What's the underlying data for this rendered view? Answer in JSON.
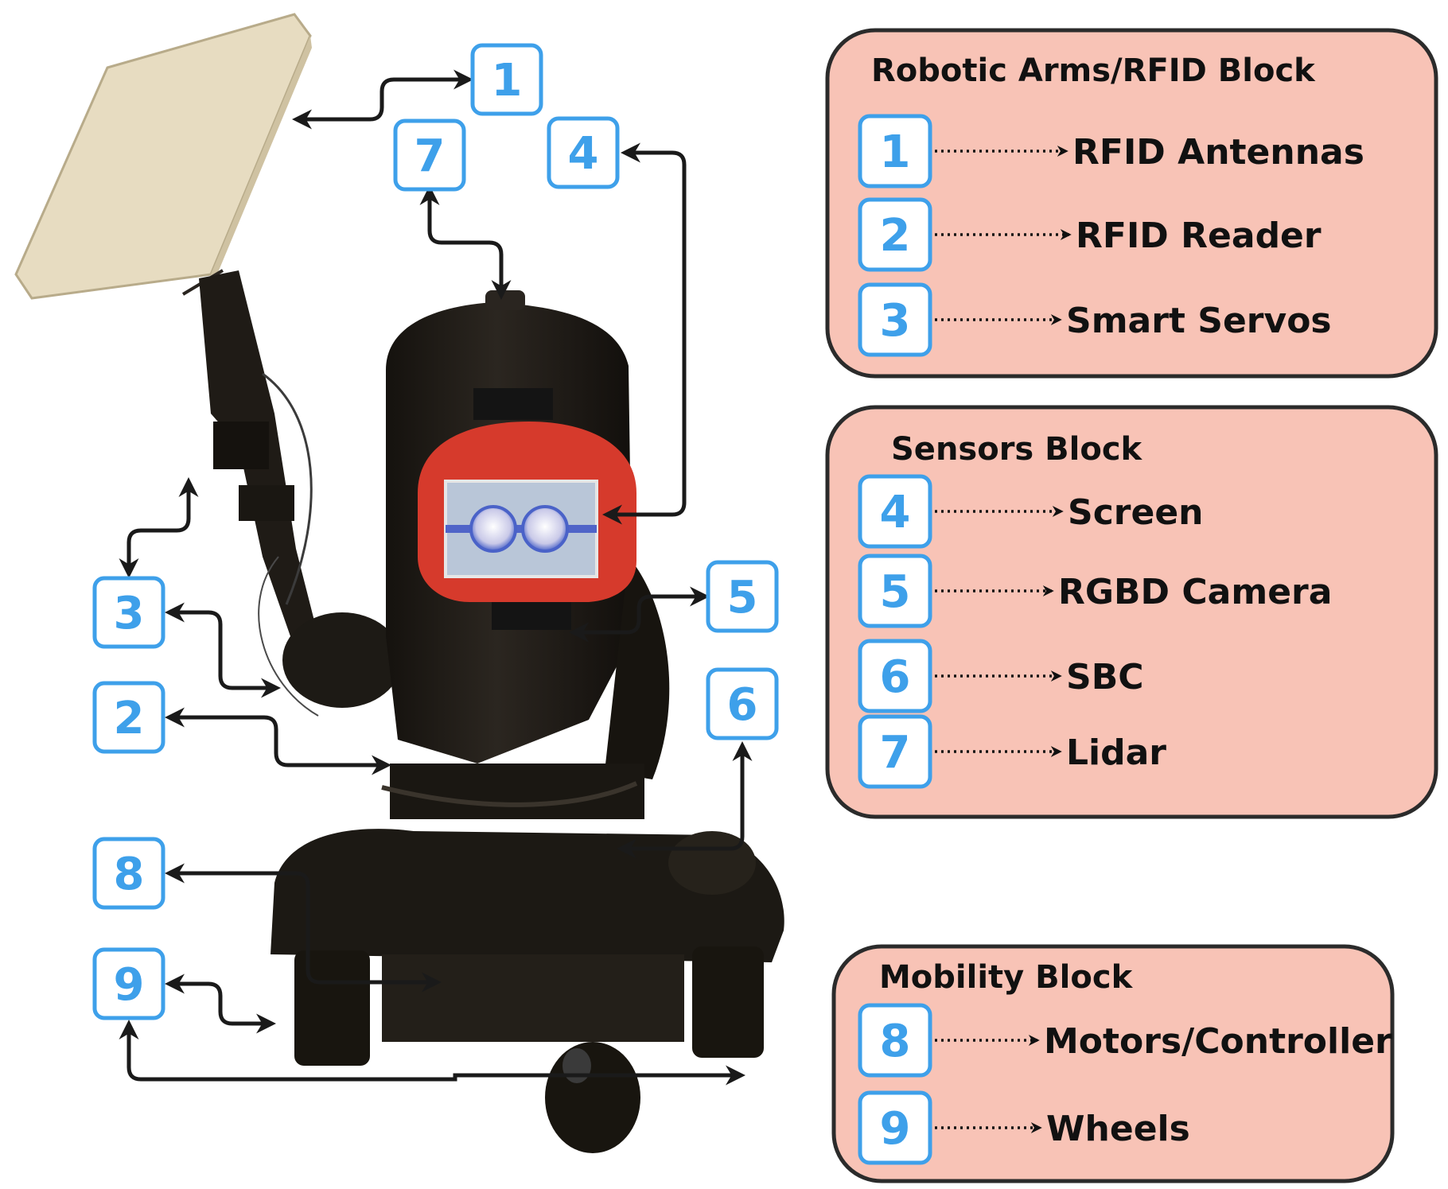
{
  "colors": {
    "badge": "#3ea0ea",
    "block_fill": "#f8c3b6",
    "block_stroke": "#2b2b2b",
    "arrow": "#1a1a1a",
    "robot_body": "#1d1a15",
    "robot_face_ring": "#d63a2c",
    "antenna_panel": "#e7dcc1"
  },
  "callouts": [
    "1",
    "7",
    "4",
    "3",
    "5",
    "2",
    "6",
    "8",
    "9"
  ],
  "blocks": [
    {
      "title": "Robotic Arms/RFID Block",
      "items": [
        {
          "num": "1",
          "label": "RFID Antennas"
        },
        {
          "num": "2",
          "label": "RFID Reader"
        },
        {
          "num": "3",
          "label": "Smart Servos"
        }
      ]
    },
    {
      "title": "Sensors Block",
      "items": [
        {
          "num": "4",
          "label": "Screen"
        },
        {
          "num": "5",
          "label": "RGBD Camera"
        },
        {
          "num": "6",
          "label": "SBC"
        },
        {
          "num": "7",
          "label": "Lidar"
        }
      ]
    },
    {
      "title": "Mobility Block",
      "items": [
        {
          "num": "8",
          "label": "Motors/Controller"
        },
        {
          "num": "9",
          "label": "Wheels"
        }
      ]
    }
  ]
}
